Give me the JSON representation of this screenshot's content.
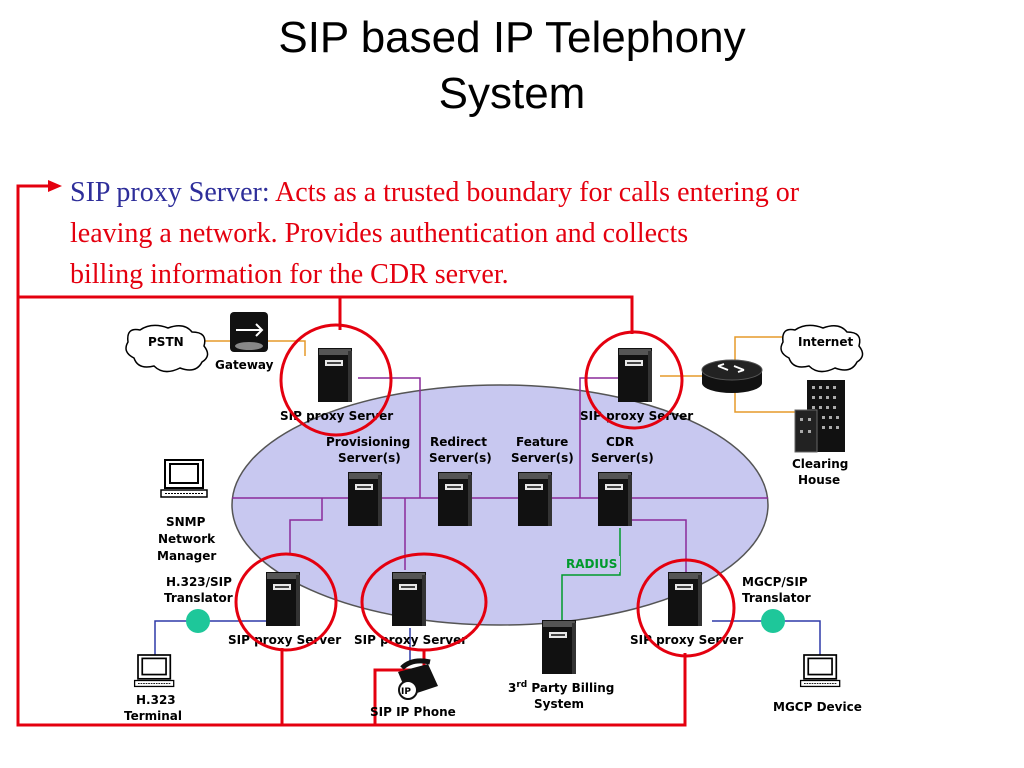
{
  "title": {
    "line1": "SIP based IP Telephony",
    "line2": "System"
  },
  "description": {
    "term": "SIP proxy Server:",
    "text_line1": "Acts as a trusted boundary for calls entering or",
    "text_line2": "leaving a network. Provides authentication and collects",
    "text_line3": "billing information for the CDR server."
  },
  "colors": {
    "highlight_red": "#e4000f",
    "term_blue": "#2e2e9a",
    "ellipse_fill": "#c8c8f0",
    "bus_purple": "#8a2a9a",
    "orange_link": "#e69a2a",
    "blue_link": "#2e3aa8",
    "green_link": "#009a2b",
    "translator_teal": "#1ec79a"
  },
  "diagram": {
    "clouds": {
      "pstn": "PSTN",
      "internet": "Internet"
    },
    "gateway": "Gateway",
    "proxy_label": "SIP proxy Server",
    "servers": {
      "provisioning": [
        "Provisioning",
        "Server(s)"
      ],
      "redirect": [
        "Redirect",
        "Server(s)"
      ],
      "feature": [
        "Feature",
        "Server(s)"
      ],
      "cdr": [
        "CDR",
        "Server(s)"
      ]
    },
    "clearing_house": [
      "Clearing",
      "House"
    ],
    "snmp": [
      "SNMP",
      "Network",
      "Manager"
    ],
    "h323_translator": [
      "H.323/SIP",
      "Translator"
    ],
    "mgcp_translator": [
      "MGCP/SIP",
      "Translator"
    ],
    "radius": "RADIUS",
    "billing": {
      "pre": "3",
      "sup": "rd",
      "post": " Party Billing",
      "line2": "System"
    },
    "h323_terminal": [
      "H.323",
      "Terminal"
    ],
    "sip_phone": "SIP IP Phone",
    "mgcp_device": "MGCP Device",
    "phone_badge": "IP"
  }
}
